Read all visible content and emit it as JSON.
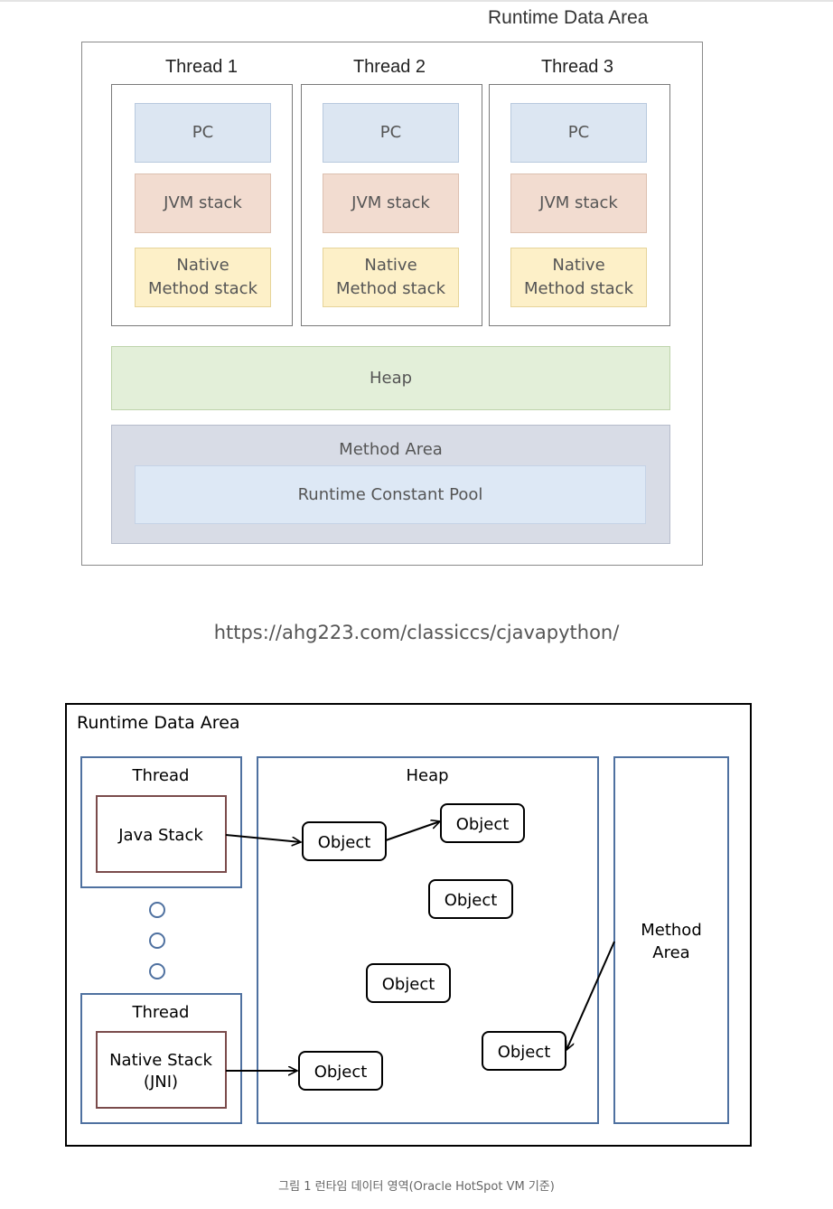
{
  "figure1": {
    "title": "Runtime Data Area",
    "threads": [
      {
        "label": "Thread 1",
        "pc": "PC",
        "jvm_stack": "JVM stack",
        "native_line1": "Native",
        "native_line2": "Method stack"
      },
      {
        "label": "Thread 2",
        "pc": "PC",
        "jvm_stack": "JVM stack",
        "native_line1": "Native",
        "native_line2": "Method stack"
      },
      {
        "label": "Thread 3",
        "pc": "PC",
        "jvm_stack": "JVM stack",
        "native_line1": "Native",
        "native_line2": "Method stack"
      }
    ],
    "heap": "Heap",
    "method_area": "Method Area",
    "runtime_constant_pool": "Runtime Constant Pool"
  },
  "url": "https://ahg223.com/classiccs/cjavapython/",
  "figure2": {
    "title": "Runtime Data Area",
    "thread_top": {
      "label": "Thread",
      "stack": "Java Stack"
    },
    "thread_bottom": {
      "label": "Thread",
      "stack_line1": "Native Stack",
      "stack_line2": "(JNI)"
    },
    "heap": "Heap",
    "method_area_line1": "Method",
    "method_area_line2": "Area",
    "objects": [
      "Object",
      "Object",
      "Object",
      "Object",
      "Object",
      "Object"
    ]
  },
  "caption": "그림 1 런타임 데이터 영역(Oracle HotSpot VM 기준)"
}
